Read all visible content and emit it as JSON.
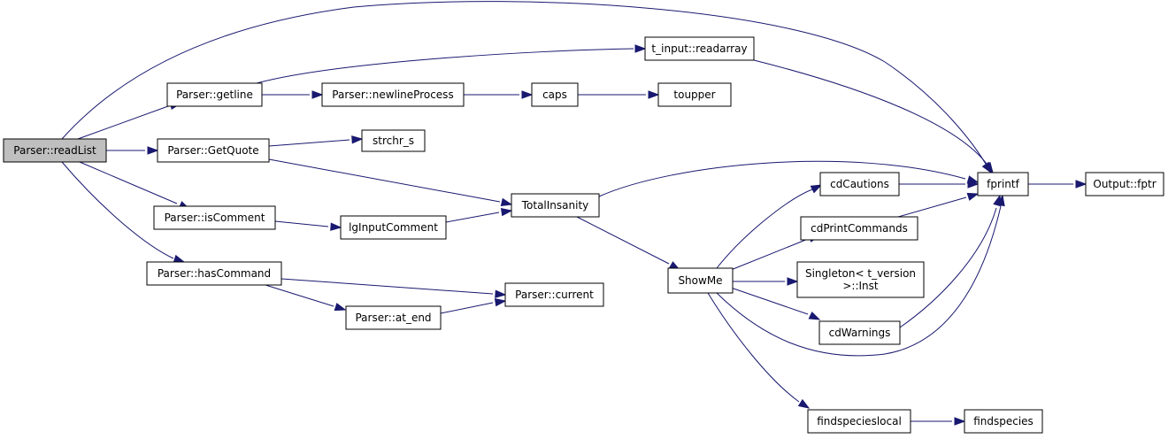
{
  "diagram": {
    "colors": {
      "edge": "#191970",
      "node_fill": "#ffffff",
      "root_fill": "#bfbfbf",
      "node_border": "#000000"
    },
    "nodes": [
      {
        "id": "readList",
        "lines": [
          "Parser::readList"
        ],
        "root": true
      },
      {
        "id": "getline",
        "lines": [
          "Parser::getline"
        ]
      },
      {
        "id": "GetQuote",
        "lines": [
          "Parser::GetQuote"
        ]
      },
      {
        "id": "isComment",
        "lines": [
          "Parser::isComment"
        ]
      },
      {
        "id": "hasCommand",
        "lines": [
          "Parser::hasCommand"
        ]
      },
      {
        "id": "readarray",
        "lines": [
          "t_input::readarray"
        ]
      },
      {
        "id": "newlineProcess",
        "lines": [
          "Parser::newlineProcess"
        ]
      },
      {
        "id": "caps",
        "lines": [
          "caps"
        ]
      },
      {
        "id": "toupper",
        "lines": [
          "toupper"
        ]
      },
      {
        "id": "strchr_s",
        "lines": [
          "strchr_s"
        ]
      },
      {
        "id": "TotalInsanity",
        "lines": [
          "TotalInsanity"
        ]
      },
      {
        "id": "lgInputComment",
        "lines": [
          "lgInputComment"
        ]
      },
      {
        "id": "current",
        "lines": [
          "Parser::current"
        ]
      },
      {
        "id": "at_end",
        "lines": [
          "Parser::at_end"
        ]
      },
      {
        "id": "ShowMe",
        "lines": [
          "ShowMe"
        ]
      },
      {
        "id": "cdCautions",
        "lines": [
          "cdCautions"
        ]
      },
      {
        "id": "cdPrintCommands",
        "lines": [
          "cdPrintCommands"
        ]
      },
      {
        "id": "Singleton",
        "lines": [
          "Singleton< t_version",
          ">::Inst"
        ]
      },
      {
        "id": "cdWarnings",
        "lines": [
          "cdWarnings"
        ]
      },
      {
        "id": "findspecieslocal",
        "lines": [
          "findspecieslocal"
        ]
      },
      {
        "id": "findspecies",
        "lines": [
          "findspecies"
        ]
      },
      {
        "id": "fprintf",
        "lines": [
          "fprintf"
        ]
      },
      {
        "id": "fptr",
        "lines": [
          "Output::fptr"
        ]
      }
    ],
    "edges": [
      {
        "from": "readList",
        "to": "fprintf"
      },
      {
        "from": "readList",
        "to": "getline"
      },
      {
        "from": "readList",
        "to": "GetQuote"
      },
      {
        "from": "readList",
        "to": "isComment"
      },
      {
        "from": "readList",
        "to": "hasCommand"
      },
      {
        "from": "getline",
        "to": "readarray"
      },
      {
        "from": "getline",
        "to": "newlineProcess"
      },
      {
        "from": "newlineProcess",
        "to": "caps"
      },
      {
        "from": "caps",
        "to": "toupper"
      },
      {
        "from": "readarray",
        "to": "fprintf"
      },
      {
        "from": "GetQuote",
        "to": "strchr_s"
      },
      {
        "from": "GetQuote",
        "to": "TotalInsanity"
      },
      {
        "from": "isComment",
        "to": "lgInputComment"
      },
      {
        "from": "lgInputComment",
        "to": "TotalInsanity"
      },
      {
        "from": "hasCommand",
        "to": "current"
      },
      {
        "from": "hasCommand",
        "to": "at_end"
      },
      {
        "from": "at_end",
        "to": "current"
      },
      {
        "from": "TotalInsanity",
        "to": "fprintf"
      },
      {
        "from": "TotalInsanity",
        "to": "ShowMe"
      },
      {
        "from": "ShowMe",
        "to": "cdCautions"
      },
      {
        "from": "ShowMe",
        "to": "cdPrintCommands"
      },
      {
        "from": "ShowMe",
        "to": "Singleton"
      },
      {
        "from": "ShowMe",
        "to": "cdWarnings"
      },
      {
        "from": "ShowMe",
        "to": "fprintf"
      },
      {
        "from": "ShowMe",
        "to": "findspecieslocal"
      },
      {
        "from": "cdCautions",
        "to": "fprintf"
      },
      {
        "from": "cdPrintCommands",
        "to": "fprintf"
      },
      {
        "from": "cdWarnings",
        "to": "fprintf"
      },
      {
        "from": "findspecieslocal",
        "to": "findspecies"
      },
      {
        "from": "fprintf",
        "to": "fptr"
      }
    ]
  }
}
